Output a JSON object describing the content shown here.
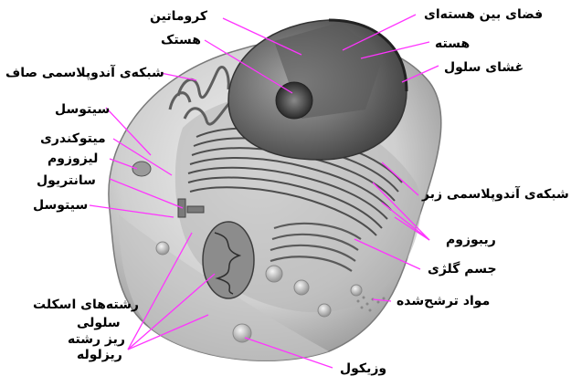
{
  "labels": {
    "chromatin": "کروماتین",
    "nucleolus": "هستک",
    "smooth_er": "شبکه‌ی آندوپلاسمی صاف",
    "cytosol_top": "سیتوسل",
    "mitochondria": "میتوکندری",
    "lysosome": "لیزوزوم",
    "centriole": "سانتریول",
    "cytosol_bottom": "سیتوسل",
    "cytoskeleton_line1": "رشته‌های اسکلت",
    "cytoskeleton_line2": "سلولی",
    "microfilament": "ریز رشته",
    "microtubule": "ریزلوله",
    "perinuclear_space": "فضای بین هسته‌ای",
    "nucleus": "هسته",
    "cell_membrane": "غشای سلول",
    "rough_er": "شبکه‌ی آندوپلاسمی زبر",
    "ribosome": "ریبوزوم",
    "golgi": "جسم گلژی",
    "secretion": "مواد ترشح‌شده",
    "vesicle": "وزیکول"
  },
  "colors": {
    "leader_line": "#ff33ff",
    "cell_body": "#d9d9d9",
    "cell_shadow": "#9a9a9a",
    "nucleus": "#6e6e6e",
    "membrane_stack": "#4d4d4d"
  }
}
